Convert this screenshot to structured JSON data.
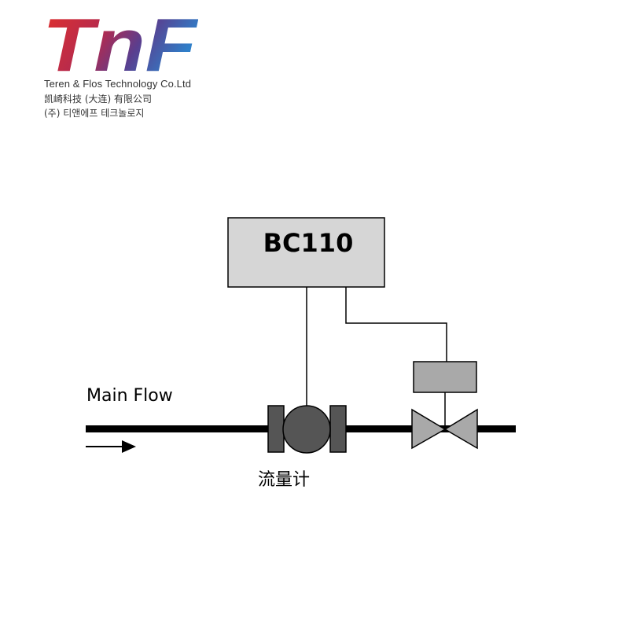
{
  "logo": {
    "mark_text": "TnF",
    "company_en": "Teren & Flos Technology Co.Ltd",
    "company_cn": "凯崎科技 (大连) 有限公司",
    "company_kr": "(주) 티앤에프 테크놀로지"
  },
  "diagram": {
    "controller_label": "BC110",
    "flow_label": "Main Flow",
    "meter_label": "流量计"
  },
  "colors": {
    "controller_fill": "#d6d6d6",
    "actuator_fill": "#a9a9a9",
    "valve_fill": "#a9a9a9",
    "meter_body": "#555555",
    "flange": "#555555",
    "pipe": "#000000"
  },
  "icons": {
    "flow_arrow": "arrow-right-icon",
    "meter": "flowmeter-icon",
    "valve": "control-valve-icon"
  }
}
